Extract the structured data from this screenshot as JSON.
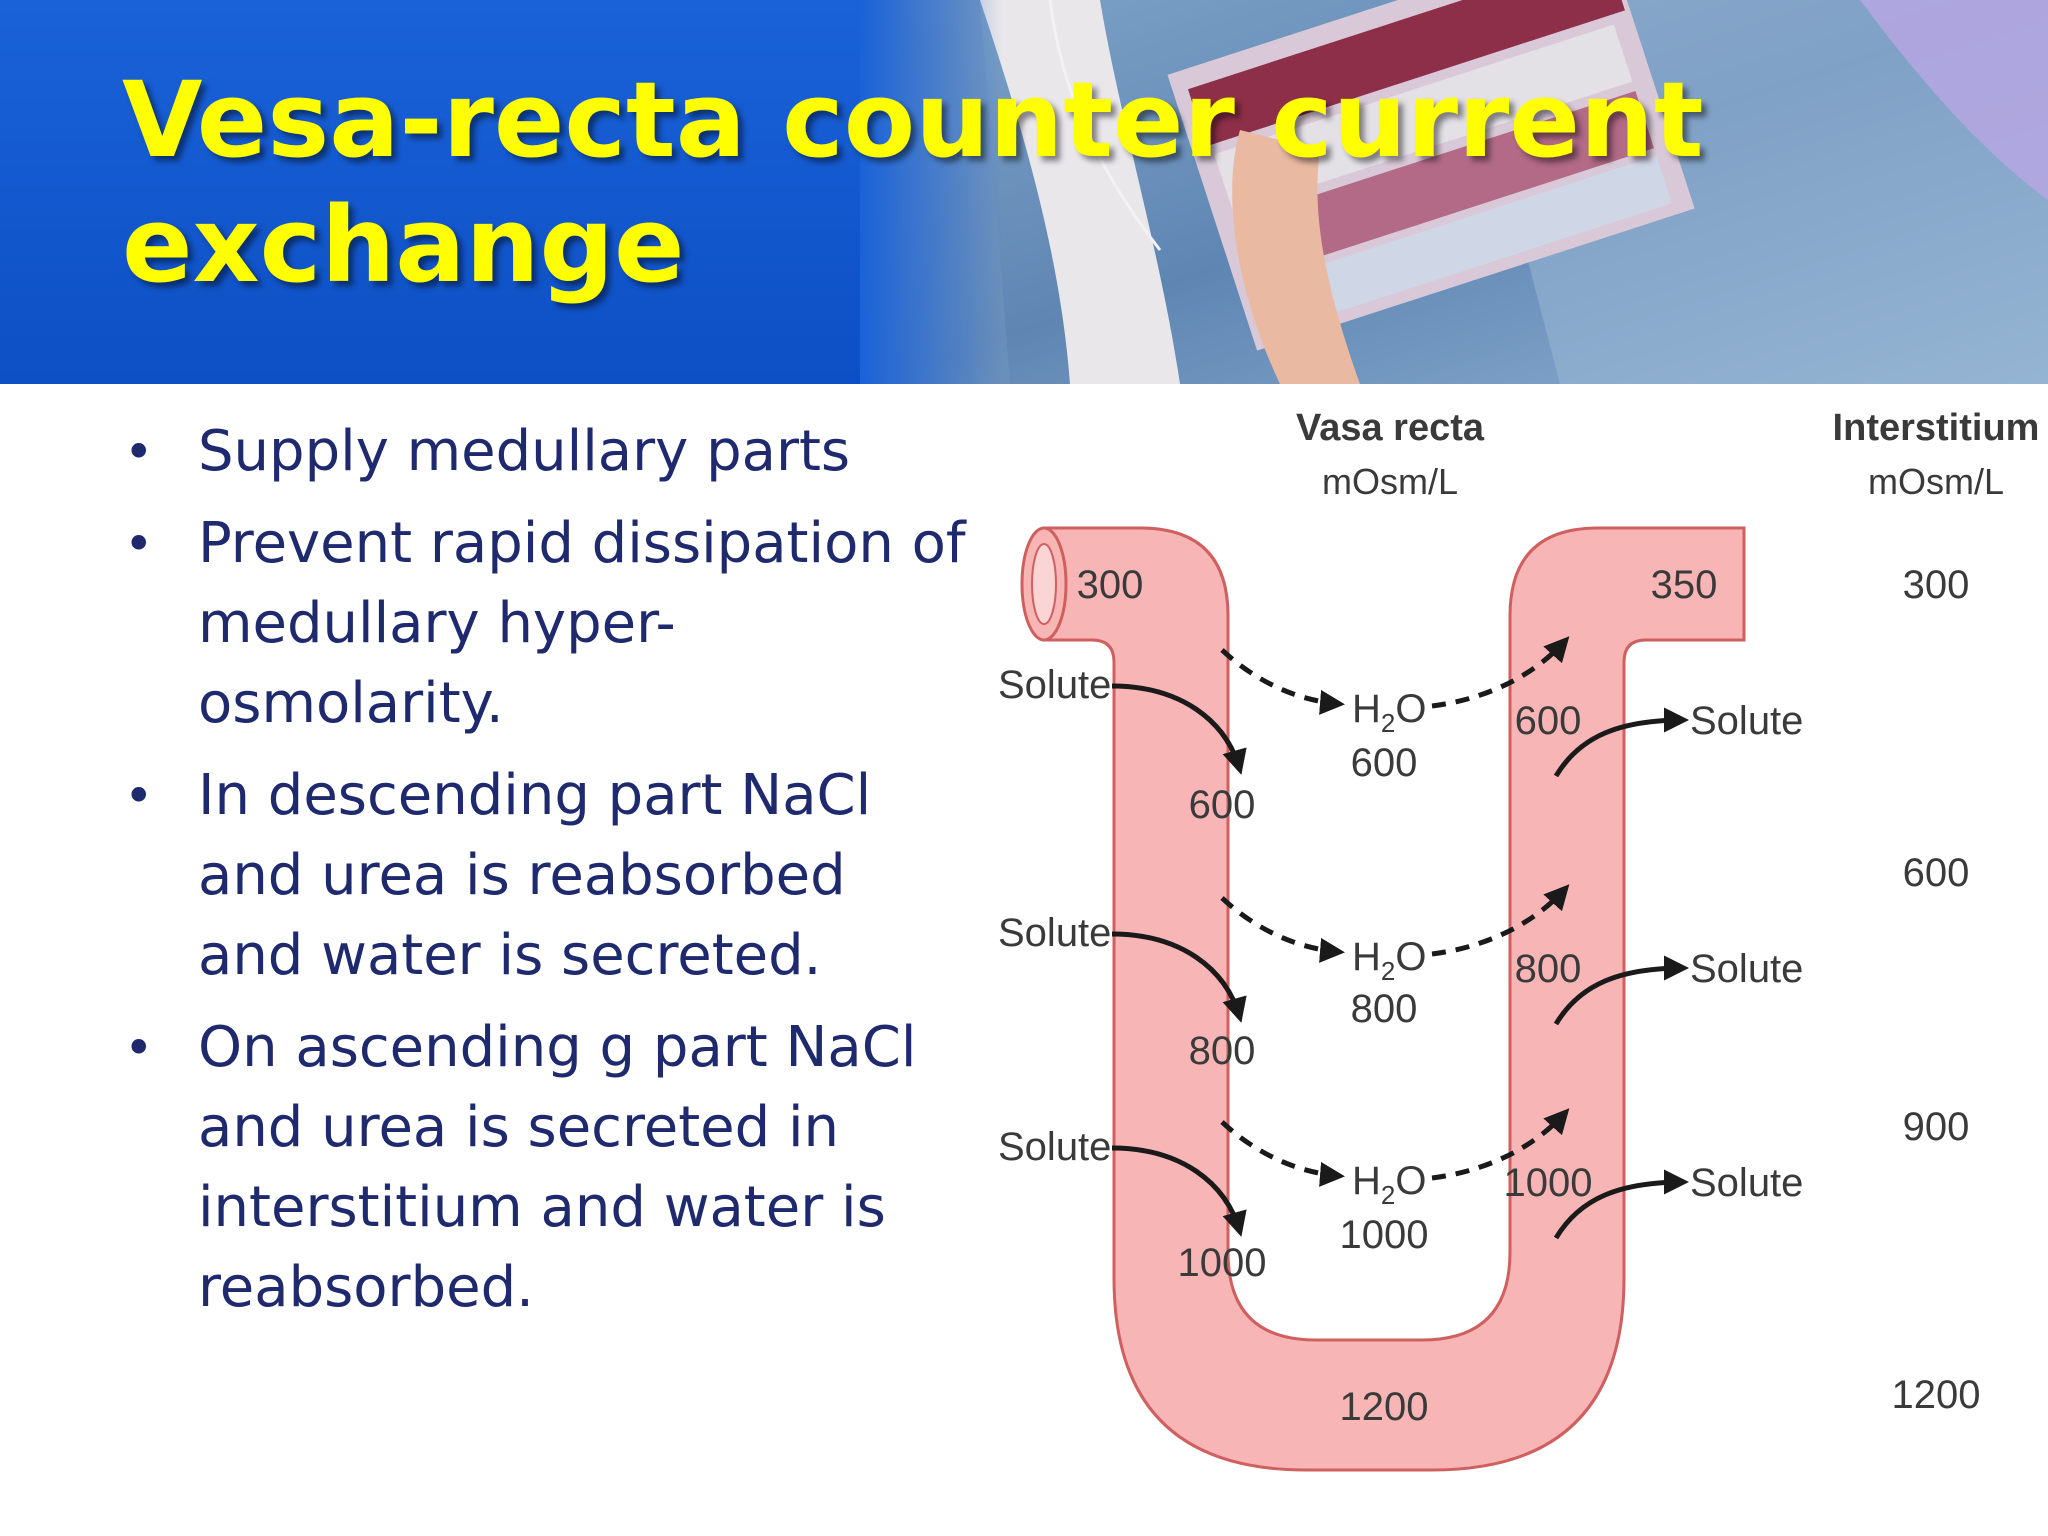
{
  "slide": {
    "title_line1": "Vesa-recta counter current",
    "title_line2": "exchange"
  },
  "bullets": [
    {
      "text": "Supply medullary parts"
    },
    {
      "text": "Prevent rapid dissipation of medullary hyper-osmolarity."
    },
    {
      "text": "In descending part NaCl and urea is reabsorbed and water is secreted."
    },
    {
      "text": "On ascending g part NaCl and urea is secreted in interstitium and water is reabsorbed."
    }
  ],
  "diagram": {
    "vasa_recta_header": "Vasa recta",
    "vasa_recta_unit": "mOsm/L",
    "interstitium_header": "Interstitium",
    "interstitium_unit": "mOsm/L",
    "inlet_value": "300",
    "outlet_value": "350",
    "bottom_value": "1200",
    "descending_values": [
      "600",
      "800",
      "1000"
    ],
    "ascending_values": [
      "600",
      "800",
      "1000"
    ],
    "water_label": "H",
    "water_subscript": "2",
    "water_suffix": "O",
    "water_values": [
      "600",
      "800",
      "1000"
    ],
    "solute_label": "Solute",
    "interstitium_values": [
      "300",
      "600",
      "900",
      "1200"
    ],
    "colors": {
      "vessel_fill": "#f7b5b5",
      "vessel_stroke": "#d05f5f"
    }
  }
}
